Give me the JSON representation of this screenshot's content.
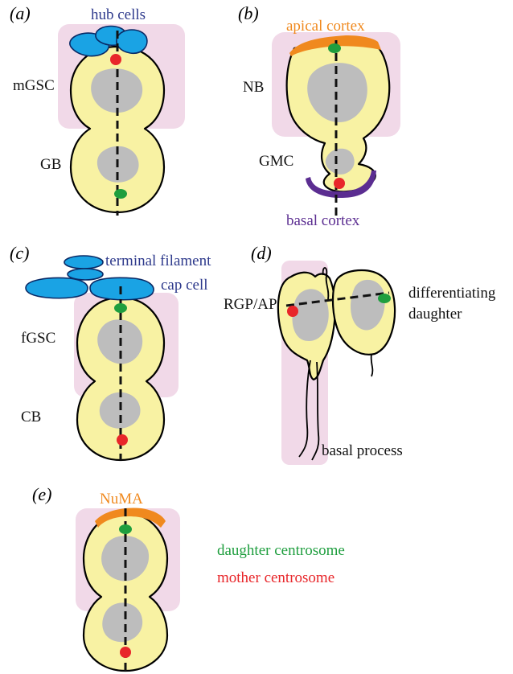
{
  "panels": {
    "a": {
      "letter": "(a)",
      "hub_cells": "hub cells",
      "stem_cell": "mGSC",
      "daughter": "GB"
    },
    "b": {
      "letter": "(b)",
      "apical_cortex": "apical cortex",
      "stem_cell": "NB",
      "daughter": "GMC",
      "basal_cortex": "basal cortex"
    },
    "c": {
      "letter": "(c)",
      "terminal_filament": "terminal filament",
      "cap_cell": "cap cell",
      "stem_cell": "fGSC",
      "daughter": "CB"
    },
    "d": {
      "letter": "(d)",
      "stem_cell": "RGP/AP",
      "daughter_line1": "differentiating",
      "daughter_line2": "daughter",
      "basal_process": "basal process"
    },
    "e": {
      "letter": "(e)",
      "numa": "NuMA"
    }
  },
  "legend": {
    "daughter_centrosome": "daughter centrosome",
    "mother_centrosome": "mother centrosome"
  },
  "colors": {
    "cell_fill": "#f8f2a3",
    "nucleus": "#bdbdbd",
    "niche": "#f1d9e8",
    "hub_blue": "#1aa3e4",
    "label_blue": "#2e3a8c",
    "orange": "#f0891e",
    "purple": "#5b2d91",
    "green_centrosome": "#1e9e3e",
    "red_centrosome": "#e8262a"
  }
}
